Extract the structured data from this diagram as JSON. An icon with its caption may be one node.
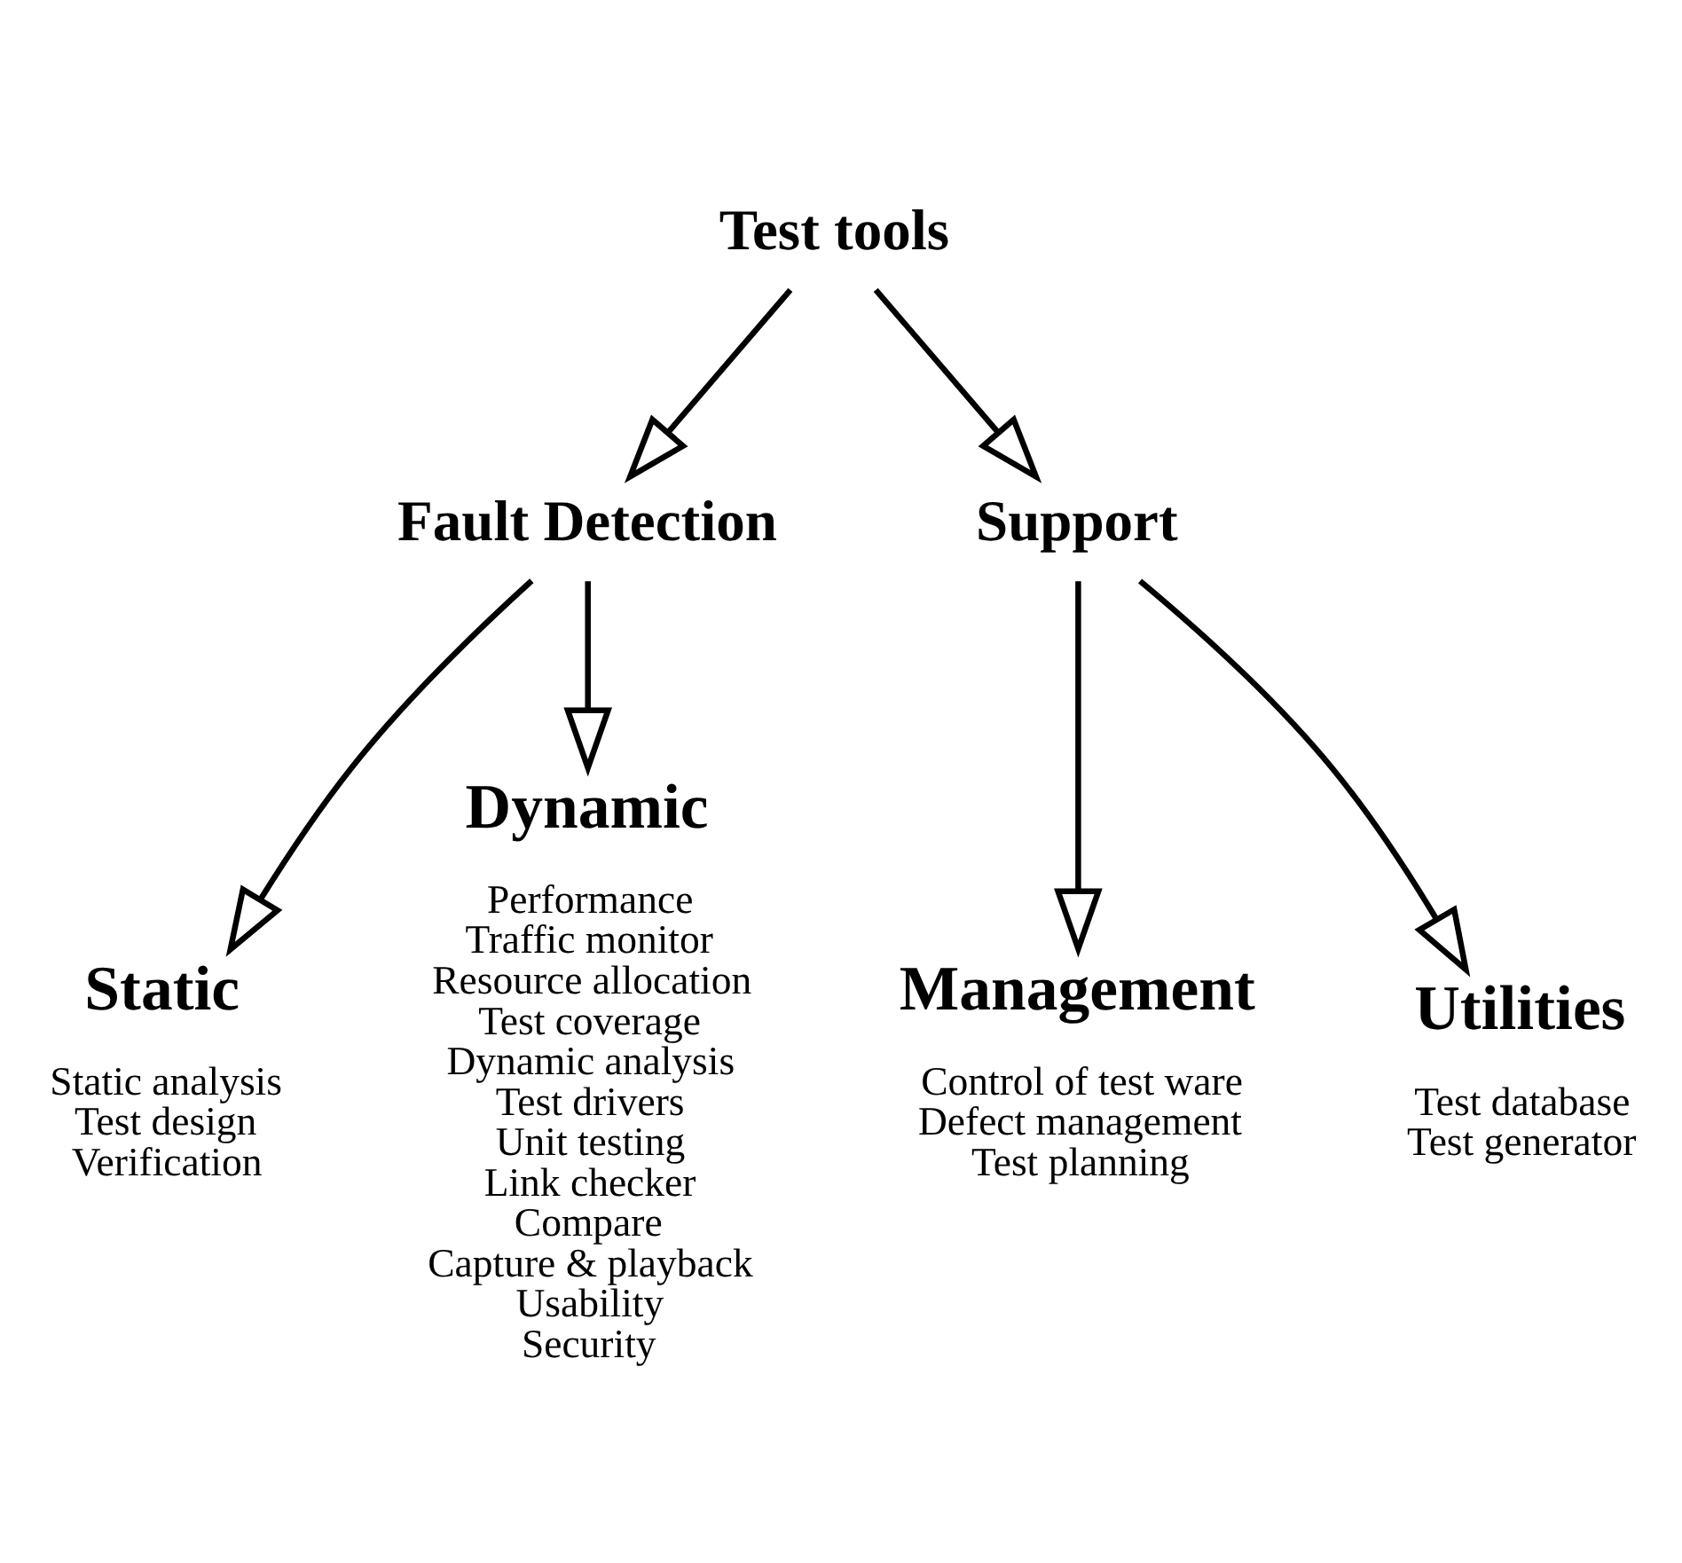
{
  "diagram": {
    "nodes": [
      {
        "text": [
          "Test tools"
        ]
      },
      {
        "text": [
          "Fault Detection"
        ]
      },
      {
        "text": [
          "Support"
        ]
      },
      {
        "text": [
          "Static",
          "Static analysis",
          "Test design",
          "Verification"
        ]
      },
      {
        "text": [
          "Dynamic",
          "Performance",
          "Traffic monitor",
          "Resource allocation",
          "Test coverage",
          "Dynamic analysis",
          "Test drivers",
          "Unit testing",
          "Link checker",
          "Compare",
          "Capture & playback",
          "Usability",
          "Security"
        ]
      },
      {
        "text": [
          "Management",
          "Control of test ware",
          "Defect management",
          "Test planning"
        ]
      },
      {
        "text": [
          "Utilities",
          "Test database",
          "Test generator"
        ]
      }
    ],
    "edges": [
      {
        "from": 0,
        "to": 1,
        "arrow": "to"
      },
      {
        "from": 0,
        "to": 2,
        "arrow": "to"
      },
      {
        "from": 1,
        "to": 3,
        "arrow": "to"
      },
      {
        "from": 1,
        "to": 4,
        "arrow": "to"
      },
      {
        "from": 2,
        "to": 5,
        "arrow": "to"
      },
      {
        "from": 2,
        "to": 6,
        "arrow": "to"
      }
    ]
  }
}
